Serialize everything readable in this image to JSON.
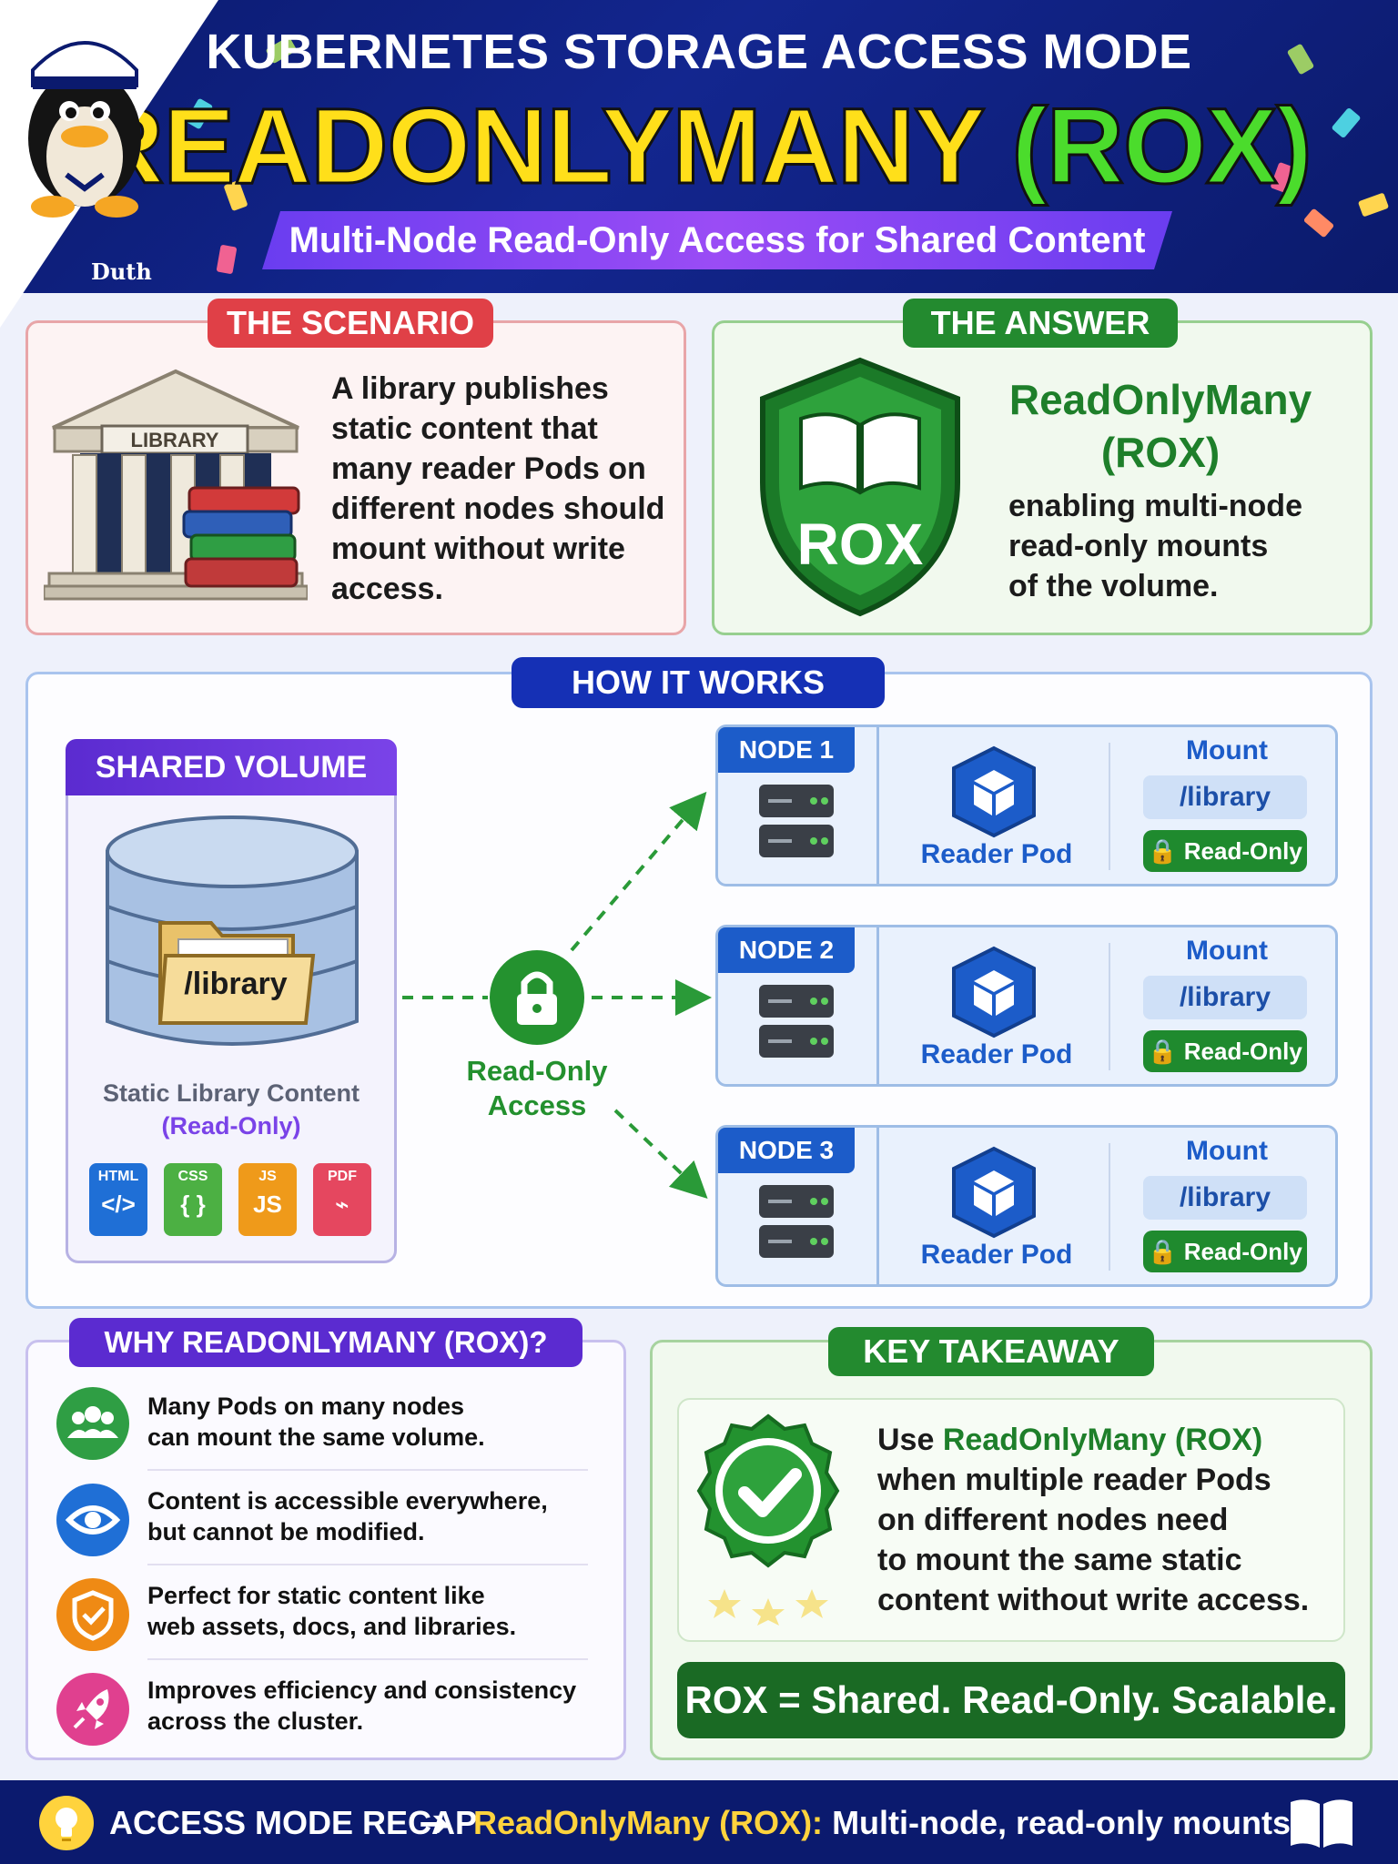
{
  "header": {
    "kicker": "KUBERNETES STORAGE ACCESS MODE",
    "title_main": "READONLYMANY",
    "title_abbr": "(ROX)",
    "subtitle": "Multi-Node Read-Only Access for Shared Content",
    "corner_text": "Duth"
  },
  "scenario": {
    "label": "THE SCENARIO",
    "building_label": "LIBRARY",
    "text_lines": [
      "A library publishes",
      "static content that",
      "many reader Pods on",
      "different nodes should",
      "mount without write",
      "access."
    ]
  },
  "answer": {
    "label": "THE ANSWER",
    "shield_text": "ROX",
    "title_line1": "ReadOnlyMany",
    "title_line2": "(ROX)",
    "text_lines": [
      "enabling multi-node",
      "read-only mounts",
      "of the volume."
    ]
  },
  "how": {
    "label": "HOW IT WORKS",
    "volume_label": "SHARED VOLUME",
    "folder_path": "/library",
    "content_caption": "Static Library Content",
    "content_note": "(Read-Only)",
    "file_types": [
      {
        "tag": "HTML",
        "glyph": "</>",
        "color": "#1f6fd6"
      },
      {
        "tag": "CSS",
        "glyph": "{ }",
        "color": "#4cb043"
      },
      {
        "tag": "JS",
        "glyph": "JS",
        "color": "#ef9a1a"
      },
      {
        "tag": "PDF",
        "glyph": "⌁",
        "color": "#e5475f"
      }
    ],
    "access_line1": "Read-Only",
    "access_line2": "Access",
    "nodes": [
      {
        "name": "NODE 1",
        "pod": "Reader Pod",
        "mount": "Mount",
        "path": "/library",
        "badge": "Read-Only"
      },
      {
        "name": "NODE 2",
        "pod": "Reader Pod",
        "mount": "Mount",
        "path": "/library",
        "badge": "Read-Only"
      },
      {
        "name": "NODE 3",
        "pod": "Reader Pod",
        "mount": "Mount",
        "path": "/library",
        "badge": "Read-Only"
      }
    ]
  },
  "why": {
    "label": "WHY READONLYMANY (ROX)?",
    "items": [
      {
        "line1": "Many Pods on many nodes",
        "line2": "can mount the same volume.",
        "icon": "users-icon",
        "color": "#2f9e44"
      },
      {
        "line1": "Content is accessible everywhere,",
        "line2": "but cannot be modified.",
        "icon": "eye-icon",
        "color": "#1f6fd6"
      },
      {
        "line1": "Perfect for static content like",
        "line2": "web assets, docs, and libraries.",
        "icon": "shield-check-icon",
        "color": "#ef8a14"
      },
      {
        "line1": "Improves efficiency and consistency",
        "line2": "across the cluster.",
        "icon": "rocket-icon",
        "color": "#e0408f"
      }
    ]
  },
  "takeaway": {
    "label": "KEY TAKEAWAY",
    "lead": "Use ",
    "highlight": "ReadOnlyMany (ROX)",
    "lines": [
      "when multiple reader Pods",
      "on different nodes need",
      "to mount the same static",
      "content without write access."
    ],
    "slogan": "ROX = Shared. Read-Only. Scalable."
  },
  "footer": {
    "label": "ACCESS MODE RECAP",
    "highlight": "ReadOnlyMany (ROX):",
    "text": "Multi-node, read-only mounts."
  },
  "colors": {
    "navy": "#0b1a6e",
    "scenario_red": "#e04047",
    "answer_green": "#238a2f",
    "how_blue": "#1530b5",
    "why_purple": "#5b2bd0"
  }
}
